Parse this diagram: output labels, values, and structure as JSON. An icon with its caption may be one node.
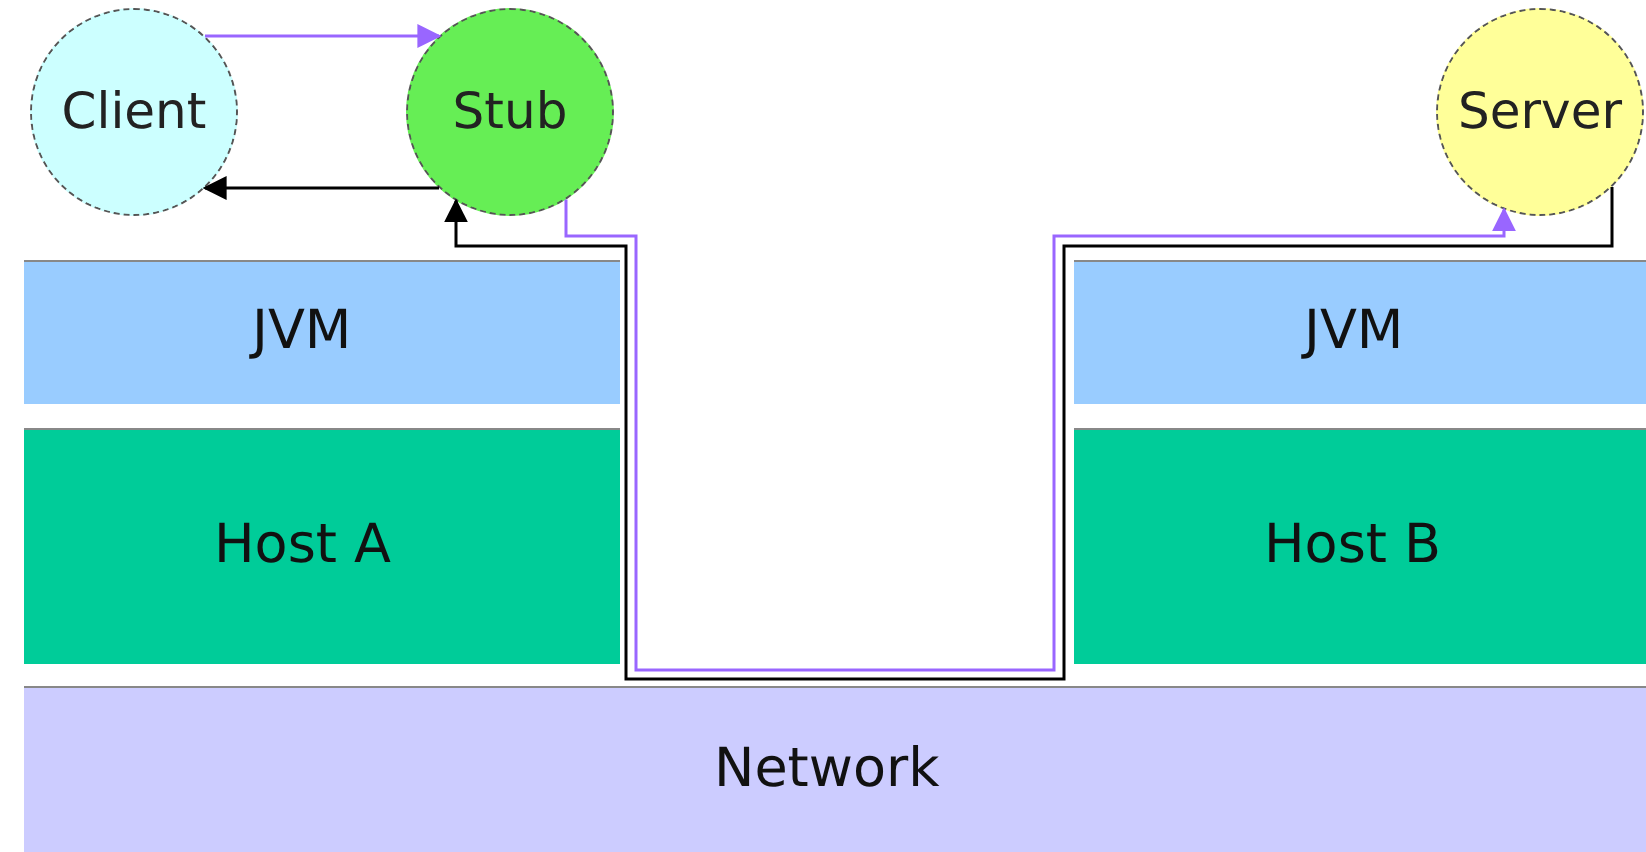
{
  "diagram": {
    "nodes": [
      {
        "text": [
          "Client"
        ]
      },
      {
        "text": [
          "Stub"
        ]
      },
      {
        "text": [
          "Server"
        ]
      },
      {
        "text": [
          "JVM"
        ]
      },
      {
        "text": [
          "Host A"
        ]
      },
      {
        "text": [
          "JVM"
        ]
      },
      {
        "text": [
          "Host B"
        ]
      },
      {
        "text": [
          "Network"
        ]
      }
    ],
    "edges": [
      {
        "from": 0,
        "to": 1,
        "arrow": "to",
        "color": "#9966ff"
      },
      {
        "from": 1,
        "to": 0,
        "arrow": "to",
        "color": "#000000"
      },
      {
        "from": 1,
        "to": 2,
        "arrow": "to",
        "color": "#9966ff"
      },
      {
        "from": 2,
        "to": 1,
        "arrow": "to",
        "color": "#000000"
      }
    ]
  }
}
